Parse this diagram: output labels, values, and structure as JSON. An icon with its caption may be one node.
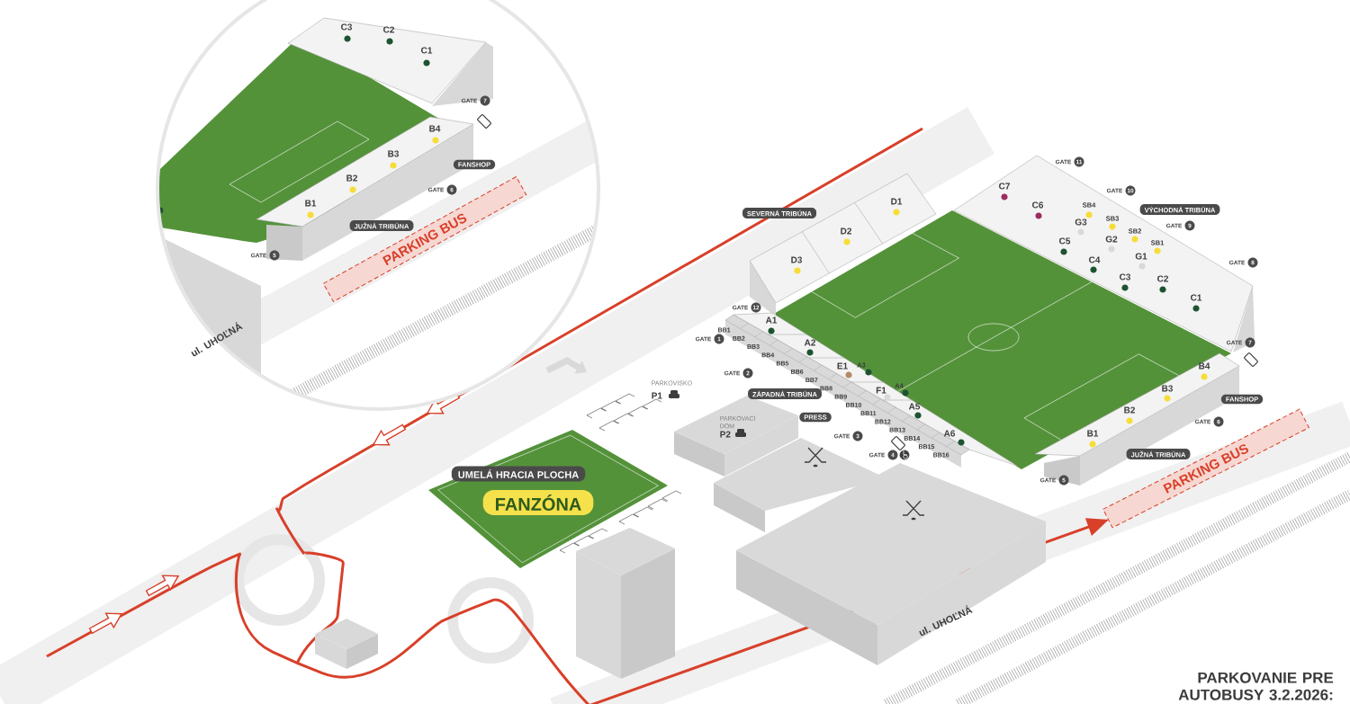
{
  "diagram": {
    "title": "PARKOVANIE PRE AUTOBUSY 3.2.2026:",
    "nodes": [
      {
        "text": [
          "FANSHOP"
        ]
      },
      {
        "text": [
          "JUŽNÁ TRIBÚNA"
        ]
      },
      {
        "text": [
          "PARKING BUS"
        ]
      },
      {
        "text": [
          "SEVERNÁ TRIBÚNA"
        ]
      },
      {
        "text": [
          "VÝCHODNÁ TRIBÚNA"
        ]
      },
      {
        "text": [
          "ZÁPADNÁ TRIBÚNA"
        ]
      },
      {
        "text": [
          "PRESS"
        ]
      },
      {
        "text": [
          "FANSHOP"
        ]
      },
      {
        "text": [
          "JUŽNÁ TRIBÚNA"
        ]
      },
      {
        "text": [
          "UMELÁ HRACIA PLOCHA"
        ]
      },
      {
        "text": [
          "FANZÓNA"
        ]
      },
      {
        "text": [
          "PARKING BUS"
        ]
      }
    ],
    "labels": [
      "C3",
      "C2",
      "C1",
      "GATE",
      "7",
      "B4",
      "B3",
      "GATE",
      "11",
      "B2",
      "GATE",
      "6",
      "C7",
      "GATE",
      "10",
      "B1",
      "D1",
      "C6",
      "SB4",
      "G3",
      "SB3",
      "GATE",
      "9",
      "D2",
      "SB2",
      "C5",
      "G2",
      "SB1",
      "GATE",
      "5",
      "D3",
      "C4",
      "G1",
      "GATE",
      "8",
      "C3",
      "C2",
      "C1",
      "GATE",
      "12",
      "A1",
      "BB1",
      "ul. UHOĽNÁ",
      "GATE",
      "1",
      "BB2",
      "BB3",
      "A2",
      "GATE",
      "7",
      "BB4",
      "BB5",
      "E1",
      "A3",
      "B4",
      "GATE",
      "2",
      "BB6",
      "BB7",
      "PARKOVISKO",
      "BB8",
      "F1",
      "A4",
      "B3",
      "P1",
      "BB9",
      "BB10",
      "A5",
      "B2",
      "BB11",
      "PARKOVACÍ DOM",
      "BB12",
      "GATE",
      "6",
      "P2",
      "GATE",
      "3",
      "BB13",
      "BB14",
      "A6",
      "B1",
      "BB15",
      "GATE",
      "4",
      "BB16",
      "GATE",
      "5",
      "ul. UHOĽNÁ"
    ]
  }
}
